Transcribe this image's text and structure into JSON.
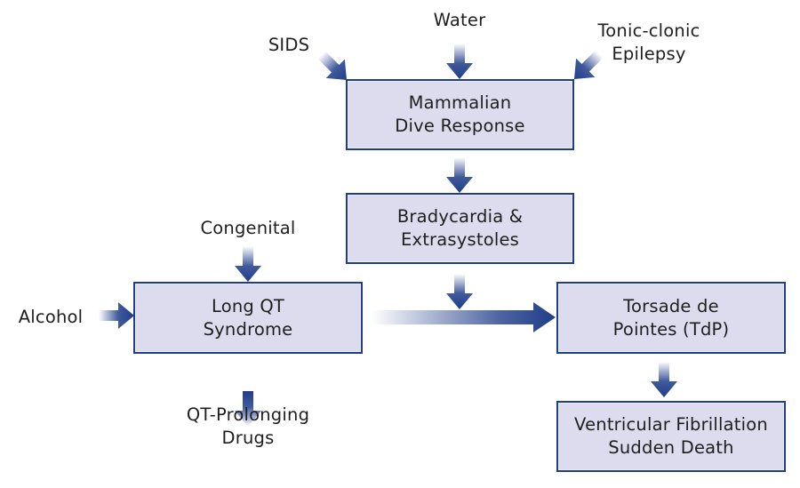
{
  "colors": {
    "box_fill": "#dcdcee",
    "box_border": "#1f3d8a",
    "arrow": "#1f3d8a",
    "text": "#1e1e1e"
  },
  "boxes": {
    "dive_response": {
      "line1": "Mammalian",
      "line2": "Dive Response"
    },
    "bradycardia": {
      "line1": "Bradycardia &",
      "line2": "Extrasystoles"
    },
    "long_qt": {
      "line1": "Long QT",
      "line2": "Syndrome"
    },
    "torsade": {
      "line1": "Torsade de",
      "line2": "Pointes (TdP)"
    },
    "vf": {
      "line1": "Ventricular Fibrillation",
      "line2": "Sudden Death"
    }
  },
  "inputs": {
    "sids": {
      "line1": "SIDS"
    },
    "water": {
      "line1": "Water"
    },
    "epilepsy": {
      "line1": "Tonic-clonic",
      "line2": "Epilepsy"
    },
    "congenital": {
      "line1": "Congenital"
    },
    "alcohol": {
      "line1": "Alcohol"
    },
    "drugs": {
      "line1": "QT-Prolonging",
      "line2": "Drugs"
    }
  },
  "edges": [
    {
      "from": "SIDS",
      "to": "Mammalian Dive Response"
    },
    {
      "from": "Water",
      "to": "Mammalian Dive Response"
    },
    {
      "from": "Tonic-clonic Epilepsy",
      "to": "Mammalian Dive Response"
    },
    {
      "from": "Mammalian Dive Response",
      "to": "Bradycardia & Extrasystoles"
    },
    {
      "from": "Bradycardia & Extrasystoles",
      "to": "Torsade de Pointes (TdP)"
    },
    {
      "from": "Congenital",
      "to": "Long QT Syndrome"
    },
    {
      "from": "Alcohol",
      "to": "Long QT Syndrome"
    },
    {
      "from": "QT-Prolonging Drugs",
      "to": "Long QT Syndrome"
    },
    {
      "from": "Long QT Syndrome",
      "to": "Torsade de Pointes (TdP)"
    },
    {
      "from": "Torsade de Pointes (TdP)",
      "to": "Ventricular Fibrillation Sudden Death"
    }
  ]
}
